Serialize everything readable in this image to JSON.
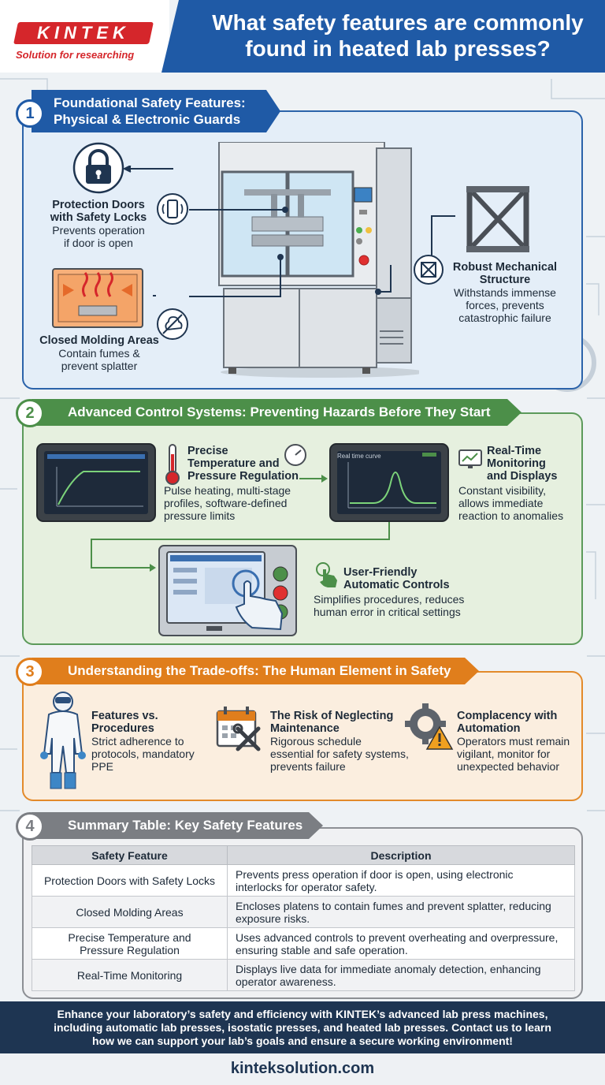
{
  "header": {
    "logo": "KINTEK",
    "tagline": "Solution for researching",
    "title": "What safety features are commonly found in heated lab presses?",
    "colors": {
      "brand_red": "#d5262b",
      "header_blue": "#1f5aa6"
    }
  },
  "section1": {
    "number": "1",
    "title_line1": "Foundational Safety Features:",
    "title_line2": "Physical & Electronic Guards",
    "items": [
      {
        "title_line1": "Protection Doors",
        "title_line2": "with Safety Locks",
        "desc_line1": "Prevents operation",
        "desc_line2": "if door is open",
        "icon": "padlock-icon"
      },
      {
        "title": "Closed Molding Areas",
        "desc_line1": "Contain fumes &",
        "desc_line2": "prevent splatter",
        "icon": "heated-chamber-icon"
      },
      {
        "title_line1": "Robust Mechanical",
        "title_line2": "Structure",
        "desc_line1": "Withstands immense",
        "desc_line2": "forces, prevents",
        "desc_line3": "catastrophic failure",
        "icon": "steel-frame-icon"
      }
    ]
  },
  "section2": {
    "number": "2",
    "title": "Advanced Control Systems: Preventing Hazards Before They Start",
    "items": [
      {
        "title_line1": "Precise",
        "title_line2": "Temperature and",
        "title_line3": "Pressure Regulation",
        "desc_line1": "Pulse heating, multi-stage",
        "desc_line2": "profiles, software-defined",
        "desc_line3": "pressure limits",
        "icon": "thermometer-icon"
      },
      {
        "title_line1": "Real-Time",
        "title_line2": "Monitoring",
        "title_line3": "and Displays",
        "desc_line1": "Constant visibility,",
        "desc_line2": "allows immediate",
        "desc_line3": "reaction to anomalies",
        "icon": "monitor-chart-icon"
      },
      {
        "title_line1": "User-Friendly",
        "title_line2": "Automatic Controls",
        "desc_line1": "Simplifies procedures, reduces",
        "desc_line2": "human error in critical settings",
        "icon": "touch-hand-icon"
      }
    ],
    "screen_label": "Real time curve"
  },
  "section3": {
    "number": "3",
    "title": "Understanding the Trade-offs: The Human Element in Safety",
    "items": [
      {
        "title_line1": "Features vs.",
        "title_line2": "Procedures",
        "desc_line1": "Strict adherence to",
        "desc_line2": "protocols, mandatory",
        "desc_line3": "PPE",
        "icon": "ppe-suit-icon"
      },
      {
        "title_line1": "The Risk of Neglecting",
        "title_line2": "Maintenance",
        "desc_line1": "Rigorous schedule",
        "desc_line2": "essential for safety systems,",
        "desc_line3": "prevents failure",
        "icon": "calendar-wrench-icon"
      },
      {
        "title_line1": "Complacency with",
        "title_line2": "Automation",
        "desc_line1": "Operators must remain",
        "desc_line2": "vigilant, monitor for",
        "desc_line3": "unexpected behavior",
        "icon": "gear-warning-icon"
      }
    ]
  },
  "section4": {
    "number": "4",
    "title": "Summary Table: Key Safety Features",
    "headers": [
      "Safety Feature",
      "Description"
    ],
    "rows": [
      {
        "feature_line1": "Protection Doors with Safety Locks",
        "feature_line2": "",
        "desc_line1": "Prevents press operation if door is open, using electronic",
        "desc_line2": "interlocks for operator safety."
      },
      {
        "feature_line1": "Closed Molding Areas",
        "feature_line2": "",
        "desc_line1": "Encloses platens to contain fumes and prevent splatter, reducing",
        "desc_line2": "exposure risks."
      },
      {
        "feature_line1": "Precise Temperature and",
        "feature_line2": "Pressure Regulation",
        "desc_line1": "Uses advanced controls to prevent overheating and overpressure,",
        "desc_line2": "ensuring stable and safe operation."
      },
      {
        "feature_line1": "Real-Time Monitoring",
        "feature_line2": "",
        "desc_line1": "Displays live data for immediate anomaly detection, enhancing",
        "desc_line2": "operator awareness."
      }
    ]
  },
  "footer": {
    "line1": "Enhance your laboratory’s safety and efficiency with KINTEK’s advanced lab press machines,",
    "line2": "including automatic lab presses, isostatic presses, and heated lab presses. Contact us to learn",
    "line3": "how we can support your lab’s goals and ensure a secure working environment!",
    "url": "kinteksolution.com"
  }
}
